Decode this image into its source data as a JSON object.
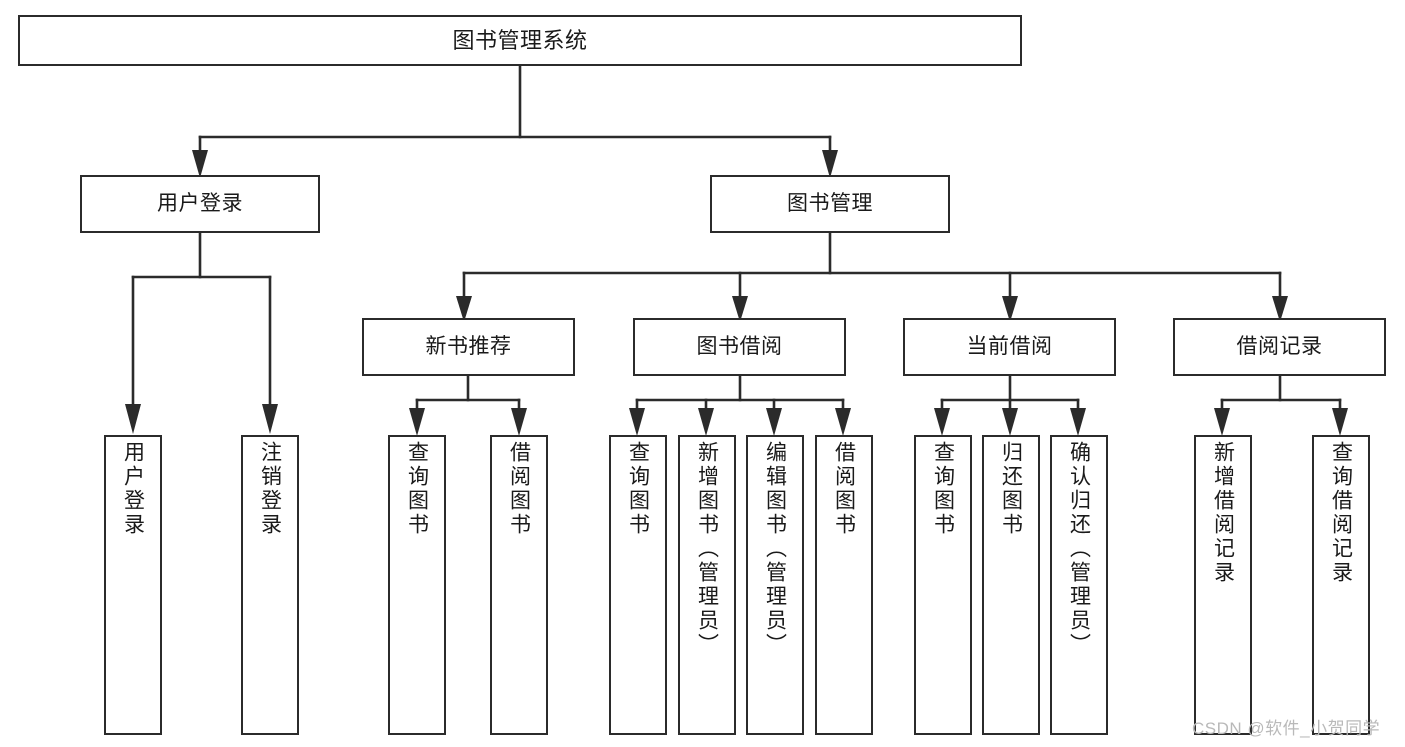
{
  "diagram": {
    "title": "图书管理系统",
    "type": "tree-hierarchy-chart",
    "background_color": "#ffffff",
    "stroke_color": "#2b2b2b",
    "text_color": "#1a1a1a"
  },
  "root": {
    "label": "图书管理系统"
  },
  "level2": [
    {
      "label": "用户登录"
    },
    {
      "label": "图书管理"
    }
  ],
  "level3": [
    {
      "label": "新书推荐"
    },
    {
      "label": "图书借阅"
    },
    {
      "label": "当前借阅"
    },
    {
      "label": "借阅记录"
    }
  ],
  "leaves": {
    "user_login": [
      {
        "label": "用户登录"
      },
      {
        "label": "注销登录"
      }
    ],
    "new_book_recommend": [
      {
        "label": "查询图书"
      },
      {
        "label": "借阅图书"
      }
    ],
    "book_borrow": [
      {
        "label": "查询图书"
      },
      {
        "label": "新增图书（管理员）"
      },
      {
        "label": "编辑图书（管理员）"
      },
      {
        "label": "借阅图书"
      }
    ],
    "current_borrow": [
      {
        "label": "查询图书"
      },
      {
        "label": "归还图书"
      },
      {
        "label": "确认归还（管理员）"
      }
    ],
    "borrow_record": [
      {
        "label": "新增借阅记录"
      },
      {
        "label": "查询借阅记录"
      }
    ]
  },
  "watermark": {
    "text": "CSDN @软件_小贺同学"
  }
}
